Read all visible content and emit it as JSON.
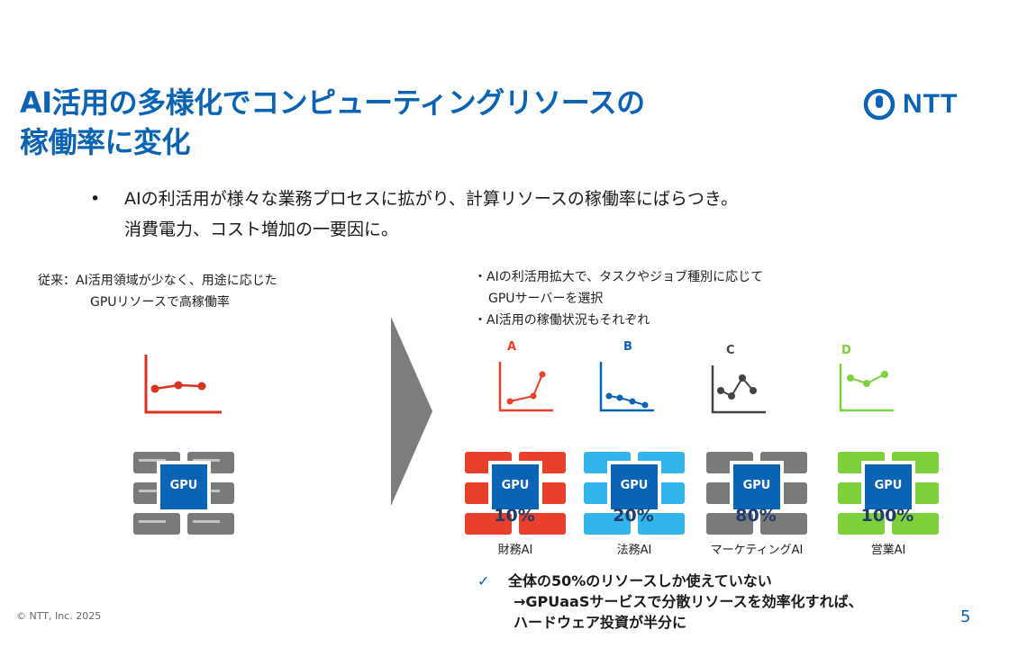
{
  "slide": {
    "title_line1": "AI活用の多様化でコンピューティングリソースの",
    "title_line2": "稼働率に変化",
    "logo_text": "NTT",
    "bullet_line1": "AIの利活用が様々な業務プロセスに拡がり、計算リソースの稼働率にばらつき。",
    "bullet_line2": "消費電力、コスト増加の一要因に。",
    "bullet_mark": "•"
  },
  "left": {
    "note_line1": "従来：AI活用領域が少なく、用途に応じた",
    "note_line2": "GPUリソースで高稼働率",
    "gpu_label": "GPU"
  },
  "right": {
    "note_line1": "・AIの利活用拡大で、タスクやジョブ種別に応じて",
    "note_line2": "GPUサーバーを選択",
    "note_line3": "・AI活用の稼働状況もそれぞれ"
  },
  "servers": [
    {
      "chart_label": "A",
      "gpu_label": "GPU",
      "percent": "10%",
      "name": "財務AI",
      "color": "#e8402a"
    },
    {
      "chart_label": "B",
      "gpu_label": "GPU",
      "percent": "20%",
      "name": "法務AI",
      "color": "#33b4ea"
    },
    {
      "chart_label": "C",
      "gpu_label": "GPU",
      "percent": "80%",
      "name": "マーケティングAI",
      "color": "#7a7a7a"
    },
    {
      "chart_label": "D",
      "gpu_label": "GPU",
      "percent": "100%",
      "name": "営業AI",
      "color": "#7fd13b"
    }
  ],
  "summary": {
    "check": "✓",
    "line1": "全体の50%のリソースしか使えていない",
    "line2": "→GPUaaSサービスで分散リソースを効率化すれば、",
    "line3": "ハードウェア投資が半分に"
  },
  "footer": {
    "copyright": "© NTT, Inc. 2025",
    "page": "5"
  },
  "colors": {
    "brand": "#0b63b6",
    "left_chart": "#d9331f",
    "server_grey": "#7a7a7a",
    "gpu_chip": "#0b63b6"
  }
}
